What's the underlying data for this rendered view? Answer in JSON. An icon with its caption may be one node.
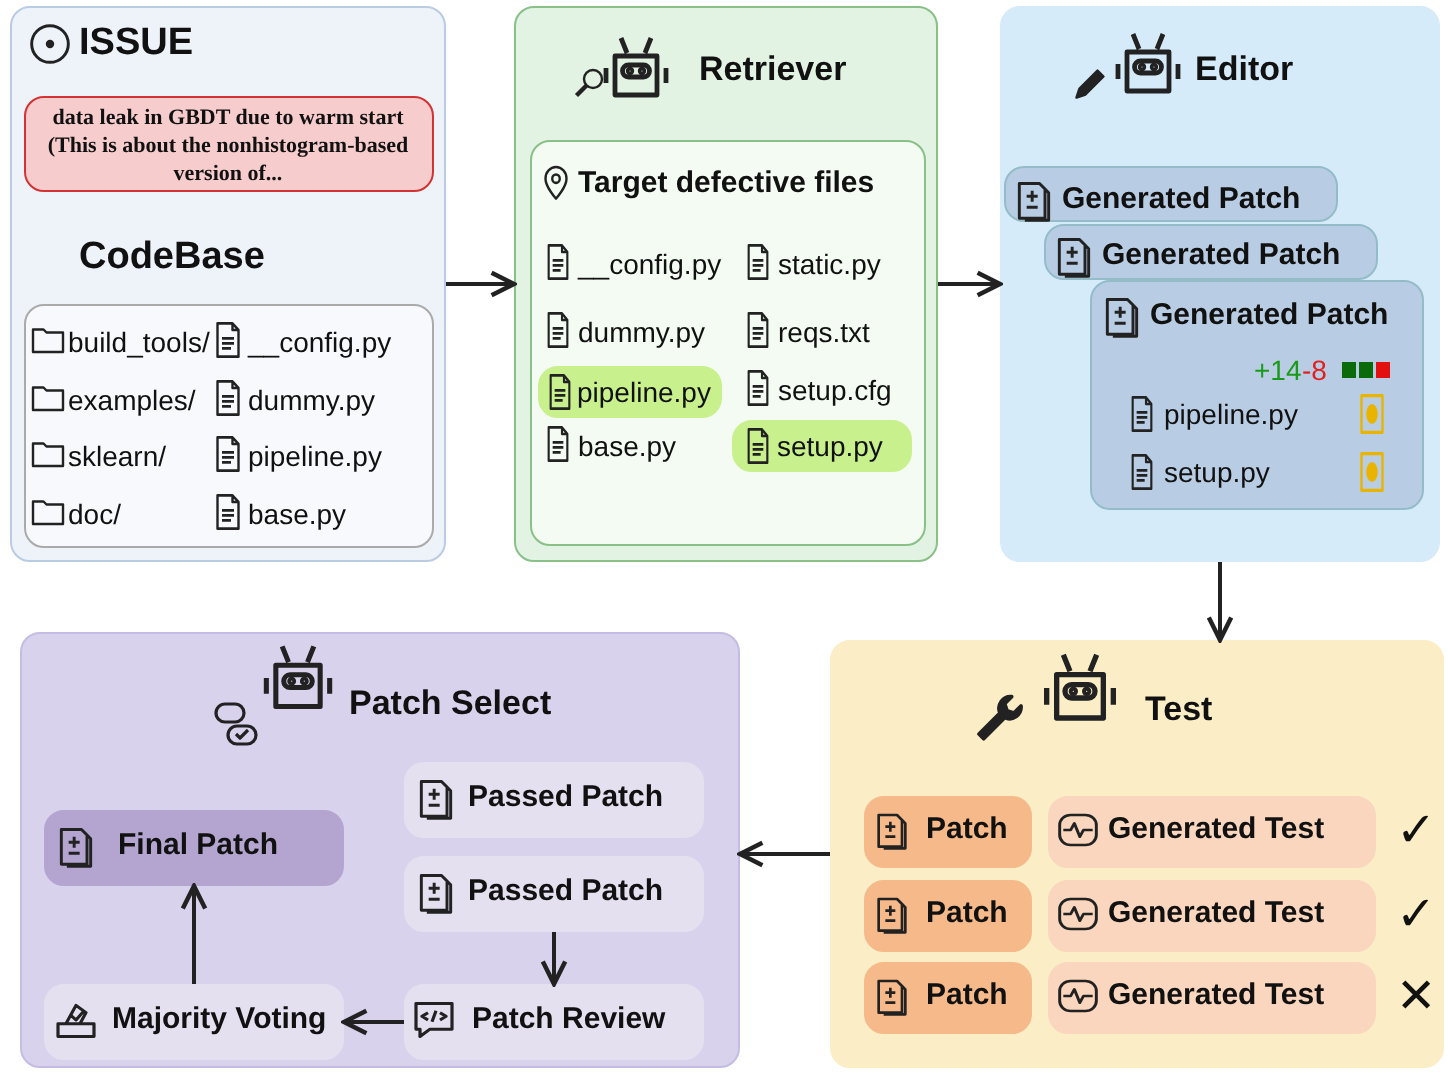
{
  "diagram": {
    "nodes": [
      {
        "text": [
          "ISSUE",
          "CodeBase"
        ]
      },
      {
        "text": [
          "data leak in GBDT due to warm start (This is about the nonhistogram-based version of..."
        ],
        "in": 0
      },
      {
        "text": [
          "build_tools/",
          "__config.py",
          "examples/",
          "dummy.py",
          "sklearn/",
          "pipeline.py",
          "doc/",
          "base.py"
        ],
        "in": 0
      },
      {
        "text": [
          "Retriever"
        ]
      },
      {
        "text": [
          "Target defective files",
          "__config.py",
          "static.py",
          "dummy.py",
          "reqs.txt",
          "setup.cfg",
          "base.py"
        ],
        "in": 3
      },
      {
        "text": [
          "pipeline.py"
        ],
        "in": 4
      },
      {
        "text": [
          "setup.py"
        ],
        "in": 4
      },
      {
        "text": [
          "Editor"
        ]
      },
      {
        "text": [
          "Generated Patch"
        ],
        "in": 7
      },
      {
        "text": [
          "Generated Patch"
        ],
        "in": 7
      },
      {
        "text": [
          "Generated Patch",
          "+14",
          "-8",
          "pipeline.py",
          "setup.py"
        ],
        "in": 7
      },
      {
        "text": [
          "Test"
        ]
      },
      {
        "text": [
          "Patch"
        ],
        "in": 11
      },
      {
        "text": [
          "Generated Test"
        ],
        "in": 11
      },
      {
        "text": [
          "Patch"
        ],
        "in": 11
      },
      {
        "text": [
          "Generated Test"
        ],
        "in": 11
      },
      {
        "text": [
          "Patch"
        ],
        "in": 11
      },
      {
        "text": [
          "Generated Test"
        ],
        "in": 11
      },
      {
        "text": [
          "Patch Select"
        ]
      },
      {
        "text": [
          "Passed Patch"
        ],
        "in": 18
      },
      {
        "text": [
          "Passed Patch"
        ],
        "in": 18
      },
      {
        "text": [
          "Final Patch"
        ],
        "in": 18
      },
      {
        "text": [
          "Patch Review"
        ],
        "in": 18
      },
      {
        "text": [
          "Majority Voting"
        ],
        "in": 18
      }
    ],
    "edges": [
      {
        "from": 0,
        "to": 3,
        "arrow": "to"
      },
      {
        "from": 3,
        "to": 7,
        "arrow": "to"
      },
      {
        "from": 7,
        "to": 11,
        "arrow": "to"
      },
      {
        "from": 11,
        "to": 18,
        "arrow": "to"
      },
      {
        "from": 20,
        "to": 22,
        "arrow": "to"
      },
      {
        "from": 22,
        "to": 23,
        "arrow": "to"
      },
      {
        "from": 23,
        "to": 21,
        "arrow": "to"
      }
    ],
    "labels": [
      "✓",
      "✓",
      "✕"
    ]
  }
}
